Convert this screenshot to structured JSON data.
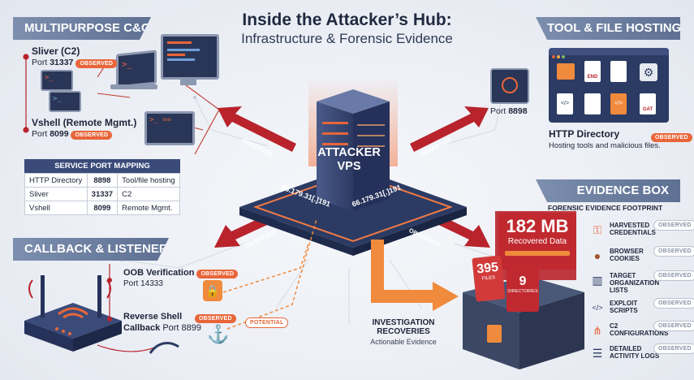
{
  "header": {
    "title": "Inside the Attacker’s Hub:",
    "subtitle": "Infrastructure & Forensic Evidence"
  },
  "sections": {
    "c2": "MULTIPURPOSE C&C",
    "tools": "TOOL & FILE HOSTING",
    "callback": "CALLBACK & LISTENERS",
    "evidence": "EVIDENCE BOX"
  },
  "c2": {
    "sliver_name": "Sliver (C2)",
    "sliver_port_prefix": "Port",
    "sliver_port": "31337",
    "vshell_name": "Vshell (Remote Mgmt.)",
    "vshell_port_prefix": "Port",
    "vshell_port": "8099"
  },
  "service_map": {
    "title": "SERVICE PORT MAPPING",
    "rows": [
      {
        "service": "HTTP Directory",
        "port": "8898",
        "use": "Tool/file hosting"
      },
      {
        "service": "Sliver",
        "port": "31337",
        "use": "C2"
      },
      {
        "service": "Vshell",
        "port": "8099",
        "use": "Remote Mgmt."
      }
    ]
  },
  "vps": {
    "label_line1": "ATTACKER",
    "label_line2": "VPS",
    "ip_left": "66.179.31[.]191",
    "ip_right": "66.179.31[.]191"
  },
  "badges": {
    "observed": "OBSERVED",
    "potential": "POTENTIAL"
  },
  "arrows": {
    "up_left": "OBSERVED",
    "up_right": "OBSERVED",
    "down_left": "OBSERVED",
    "down_right": "OBSERVED"
  },
  "tools": {
    "port_prefix": "Port",
    "port": "8898",
    "title": "HTTP Directory",
    "desc": "Hosting tools and malicious files.",
    "file_labels": [
      "END",
      "GAT"
    ]
  },
  "callback": {
    "oob_title": "OOB Verification",
    "oob_port": "Port 14333",
    "rev_title": "Reverse Shell",
    "rev_port_prefix": "Callback",
    "rev_port": "Port 8899"
  },
  "evidence": {
    "subtitle": "FORENSIC EVIDENCE FOOTPRINT",
    "size": "182 MB",
    "size_label": "Recovered Data",
    "files_count": "395",
    "files_label": "FILES",
    "dirs_count": "9",
    "dirs_label": "DIRECTORIES",
    "items": [
      {
        "label": "HARVESTED CREDENTIALS",
        "icon": "key-icon"
      },
      {
        "label": "BROWSER COOKIES",
        "icon": "cookie-icon"
      },
      {
        "label": "TARGET ORGANIZATION LISTS",
        "icon": "building-icon"
      },
      {
        "label": "EXPLOIT SCRIPTS",
        "icon": "code-icon"
      },
      {
        "label": "C2 CONFIGURATIONS",
        "icon": "network-icon"
      },
      {
        "label": "DETAILED ACTIVITY LOGS",
        "icon": "log-icon"
      }
    ]
  },
  "investigation": {
    "title_line1": "INVESTIGATION",
    "title_line2": "RECOVERIES",
    "subtitle": "Actionable Evidence"
  },
  "colors": {
    "accent": "#e8663a",
    "arrow": "#b8232c",
    "banner": "#6b7ea0",
    "server": "#3a4a78",
    "platform": "#2c3b63"
  }
}
